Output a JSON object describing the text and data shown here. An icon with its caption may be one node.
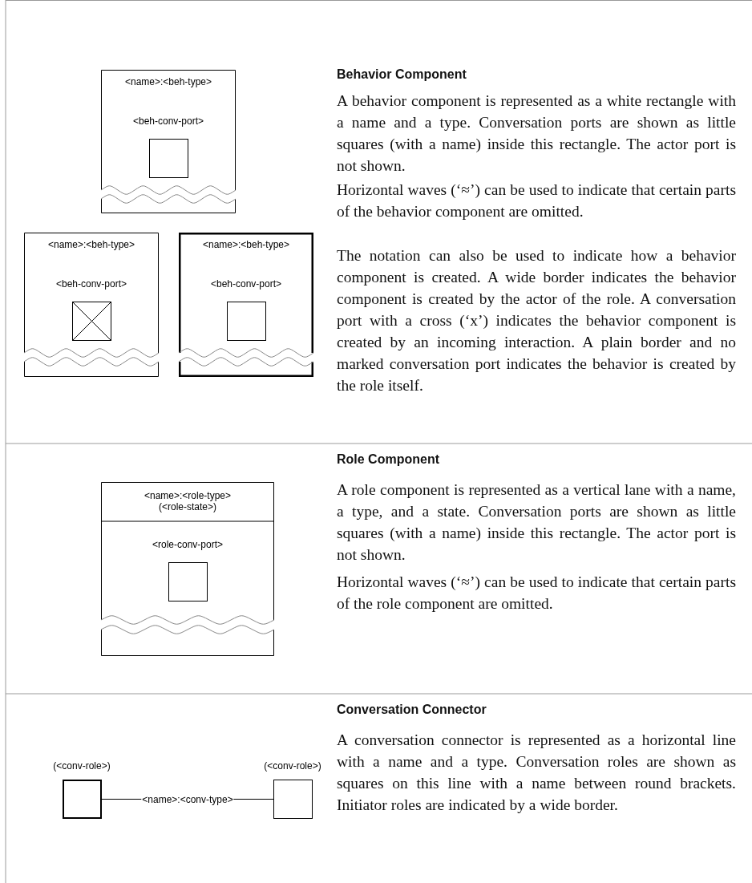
{
  "diagram": {
    "nodes": [
      {
        "text": [
          "<name>:<beh-type>"
        ]
      },
      {
        "text": [],
        "shape": "box",
        "in": 0,
        "beside": [
          "<beh-conv-port>"
        ]
      },
      {
        "text": [
          "<name>:<beh-type>"
        ]
      },
      {
        "text": [],
        "shape": "box",
        "in": 2,
        "beside": [
          "<beh-conv-port>"
        ]
      },
      {
        "text": [
          "<name>:<beh-type>"
        ]
      },
      {
        "text": [],
        "shape": "box",
        "in": 4,
        "beside": [
          "<beh-conv-port>"
        ]
      },
      {
        "text": [
          "<name>:<role-type> (<role-state>)"
        ]
      },
      {
        "text": [],
        "shape": "box",
        "in": 6,
        "beside": [
          "<role-conv-port>"
        ]
      },
      {
        "text": [
          "(<conv-role>)"
        ]
      },
      {
        "text": [
          "(<conv-role>)"
        ]
      }
    ],
    "edges": [
      {
        "from": 8,
        "to": 9,
        "arrow": "none",
        "label": "<name>:<conv-type>"
      }
    ],
    "labels": [
      "Behavior Component",
      "A behavior component is represented as a white rectangle with a name and a type. Conversation ports are shown as little squares (with a name) inside this rectangle. The actor port is not shown.",
      "Horizontal waves (‘≈’) can be used to indicate that certain parts of the behavior component are omitted.",
      "The notation can also be used to indicate how a behavior component is created. A wide border indicates the behavior component is created by the actor of the role. A conversation port with a cross (‘x’) indicates the behavior component is created by an incoming interaction. A plain border and no marked conversation port indicates the behavior is created by the role itself.",
      "Role Component",
      "A role component is represented as a vertical lane with a name, a type, and a state. Conversation ports are shown as little squares (with a name) inside this rectangle. The actor port is not shown.",
      "Horizontal waves (‘≈’) can be used to indicate that certain parts of the role component are omitted.",
      "Conversation Connector",
      "A conversation connector is represented as a horizontal line with a name and a type. Conversation roles are shown as squares on this line with a name between round brackets. Initiator roles are indicated by a wide border."
    ]
  }
}
